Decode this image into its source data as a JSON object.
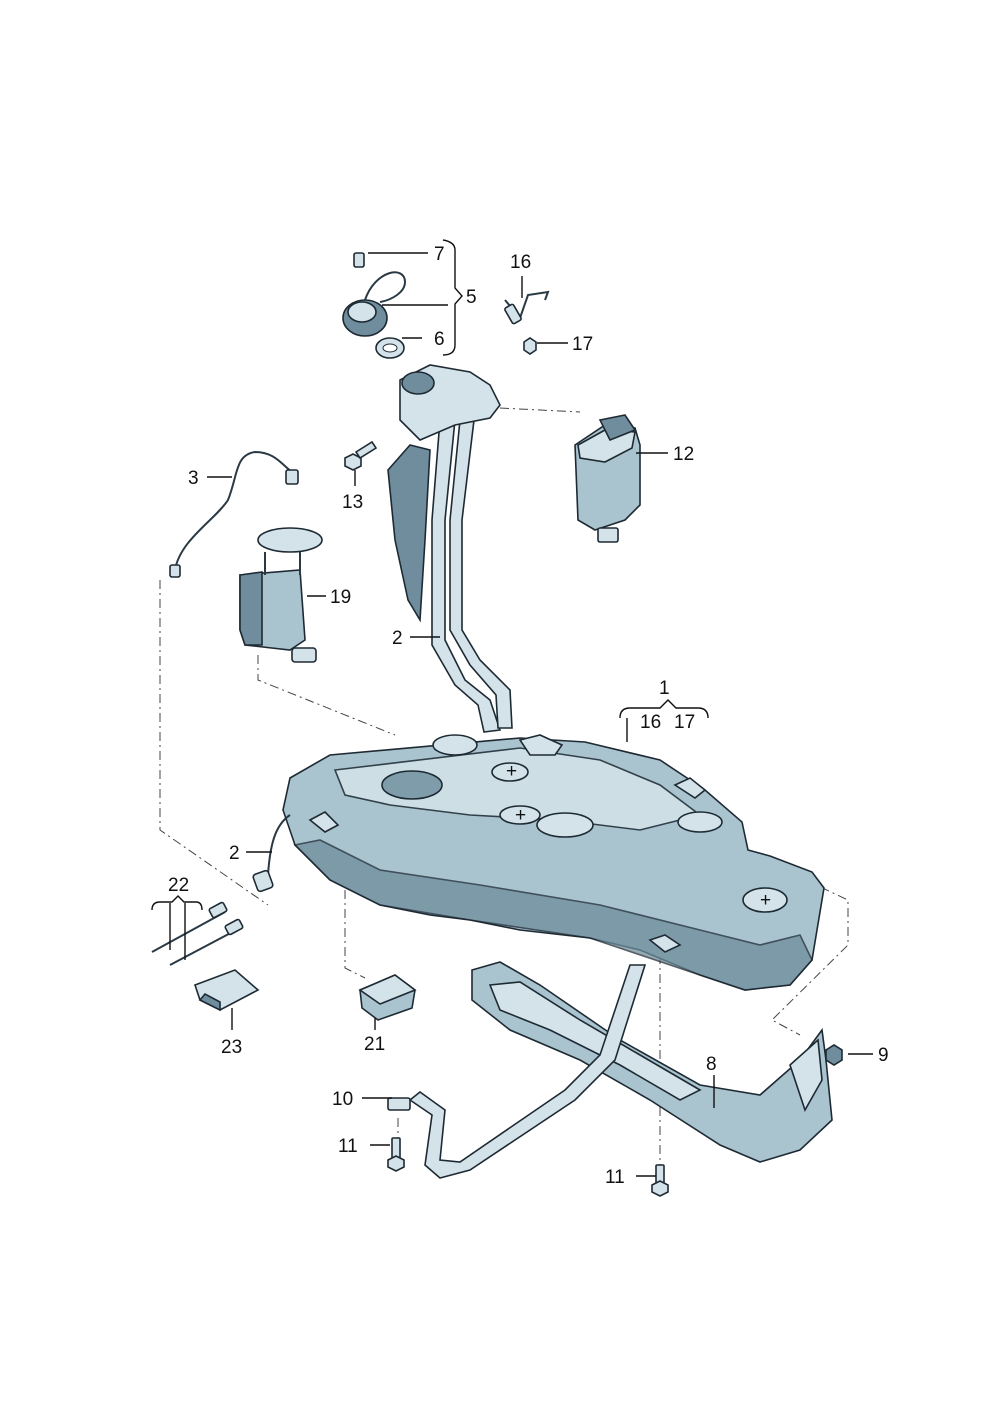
{
  "callouts": [
    {
      "id": "c1",
      "text": "1"
    },
    {
      "id": "c2a",
      "text": "2"
    },
    {
      "id": "c2b",
      "text": "2"
    },
    {
      "id": "c3",
      "text": "3"
    },
    {
      "id": "c5",
      "text": "5"
    },
    {
      "id": "c6",
      "text": "6"
    },
    {
      "id": "c7",
      "text": "7"
    },
    {
      "id": "c8",
      "text": "8"
    },
    {
      "id": "c9",
      "text": "9"
    },
    {
      "id": "c10",
      "text": "10"
    },
    {
      "id": "c11a",
      "text": "11"
    },
    {
      "id": "c11b",
      "text": "11"
    },
    {
      "id": "c12",
      "text": "12"
    },
    {
      "id": "c13",
      "text": "13"
    },
    {
      "id": "c16a",
      "text": "16"
    },
    {
      "id": "c16b",
      "text": "16"
    },
    {
      "id": "c17a",
      "text": "17"
    },
    {
      "id": "c17b",
      "text": "17"
    },
    {
      "id": "c19",
      "text": "19"
    },
    {
      "id": "c21",
      "text": "21"
    },
    {
      "id": "c22",
      "text": "22"
    },
    {
      "id": "c23",
      "text": "23"
    }
  ],
  "colors": {
    "part_fill": "#a9c3cf",
    "part_shadow": "#6f8d9c",
    "part_highlight": "#d4e3ea",
    "outline": "#1e2a33"
  }
}
